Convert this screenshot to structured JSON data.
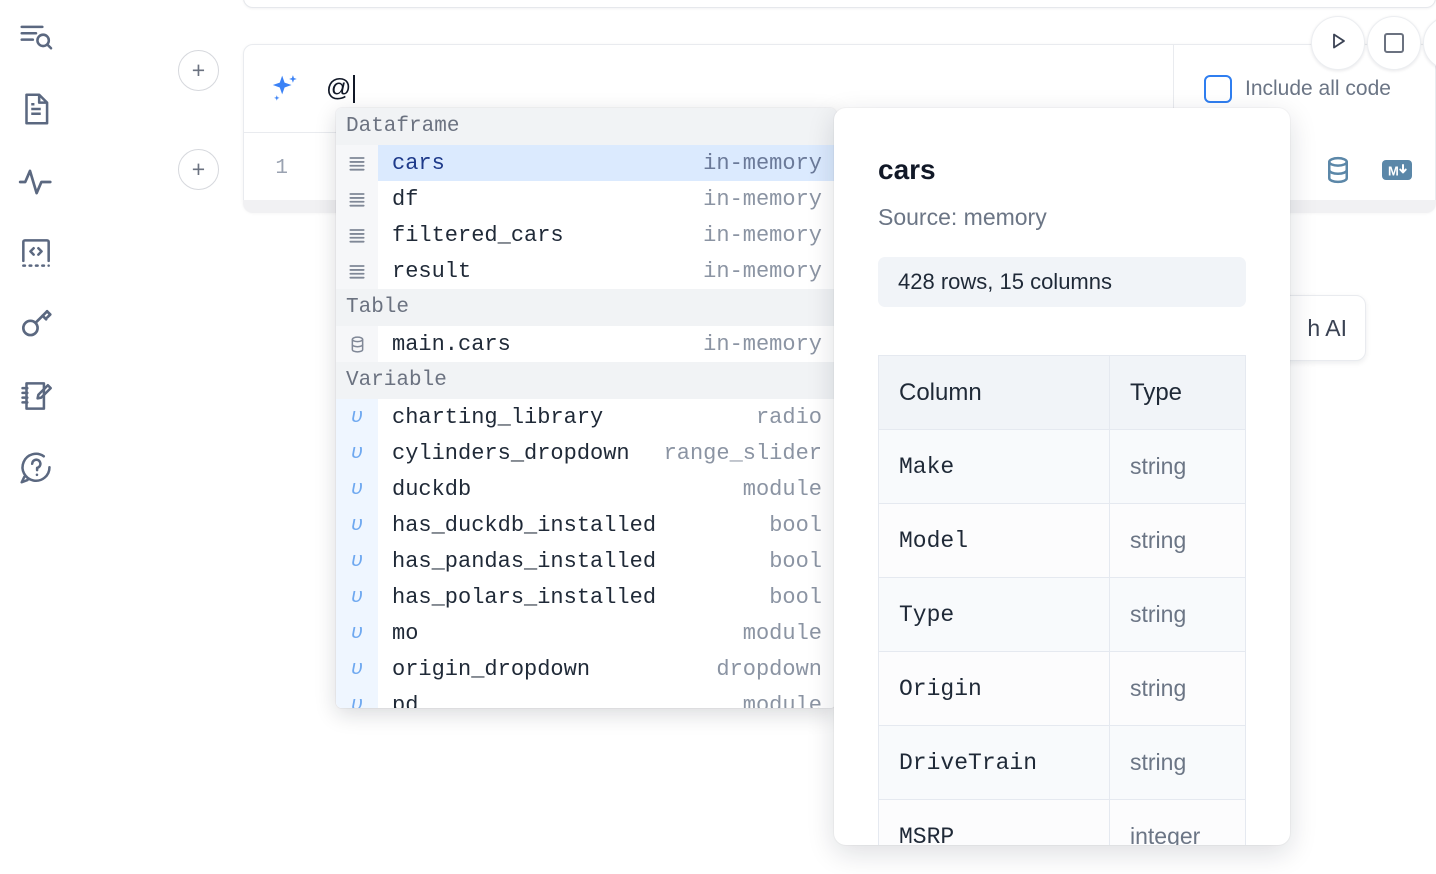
{
  "sidebar": {
    "items": [
      {
        "name": "explore-outline-icon",
        "label": "Outline"
      },
      {
        "name": "file-icon",
        "label": "Files"
      },
      {
        "name": "activity-icon",
        "label": "Activity"
      },
      {
        "name": "code-snippets-icon",
        "label": "Snippets"
      },
      {
        "name": "key-icon",
        "label": "Secrets"
      },
      {
        "name": "scratchpad-icon",
        "label": "Scratchpad"
      },
      {
        "name": "help-icon",
        "label": "Help"
      }
    ]
  },
  "cell": {
    "line_number": "1",
    "prompt_value": "@",
    "add_button_label": "+",
    "include_all_code_label": "Include all code",
    "include_all_code_checked": false,
    "run_button_label": "Run",
    "stop_button_label": "Stop",
    "sql_icon_label": "SQL cell",
    "markdown_icon_label": "Markdown cell"
  },
  "ai_card": {
    "label": "h AI"
  },
  "autocomplete": {
    "sections": [
      {
        "title": "Dataframe",
        "icon": "rows-icon",
        "kind": "dataframe",
        "items": [
          {
            "name": "cars",
            "type": "in-memory",
            "selected": true
          },
          {
            "name": "df",
            "type": "in-memory",
            "selected": false
          },
          {
            "name": "filtered_cars",
            "type": "in-memory",
            "selected": false
          },
          {
            "name": "result",
            "type": "in-memory",
            "selected": false
          }
        ]
      },
      {
        "title": "Table",
        "icon": "database-icon",
        "kind": "table",
        "items": [
          {
            "name": "main.cars",
            "type": "in-memory",
            "selected": false
          }
        ]
      },
      {
        "title": "Variable",
        "icon": "variable-icon",
        "kind": "variable",
        "items": [
          {
            "name": "charting_library",
            "type": "radio",
            "selected": false
          },
          {
            "name": "cylinders_dropdown",
            "type": "range_slider",
            "selected": false
          },
          {
            "name": "duckdb",
            "type": "module",
            "selected": false
          },
          {
            "name": "has_duckdb_installed",
            "type": "bool",
            "selected": false
          },
          {
            "name": "has_pandas_installed",
            "type": "bool",
            "selected": false
          },
          {
            "name": "has_polars_installed",
            "type": "bool",
            "selected": false
          },
          {
            "name": "mo",
            "type": "module",
            "selected": false
          },
          {
            "name": "origin_dropdown",
            "type": "dropdown",
            "selected": false
          },
          {
            "name": "pd",
            "type": "module",
            "selected": false
          }
        ]
      }
    ]
  },
  "detail": {
    "title": "cars",
    "source": "Source: memory",
    "shape": "428 rows, 15 columns",
    "table": {
      "headers": [
        "Column",
        "Type"
      ],
      "rows": [
        [
          "Make",
          "string"
        ],
        [
          "Model",
          "string"
        ],
        [
          "Type",
          "string"
        ],
        [
          "Origin",
          "string"
        ],
        [
          "DriveTrain",
          "string"
        ],
        [
          "MSRP",
          "integer"
        ]
      ]
    }
  },
  "colors": {
    "accent_blue": "#3b82f6",
    "selected_row": "#dbeafe",
    "section_header": "#f1f3f5",
    "icon_gray": "#5b6880",
    "cell_icon_blue": "#5b87a8"
  }
}
